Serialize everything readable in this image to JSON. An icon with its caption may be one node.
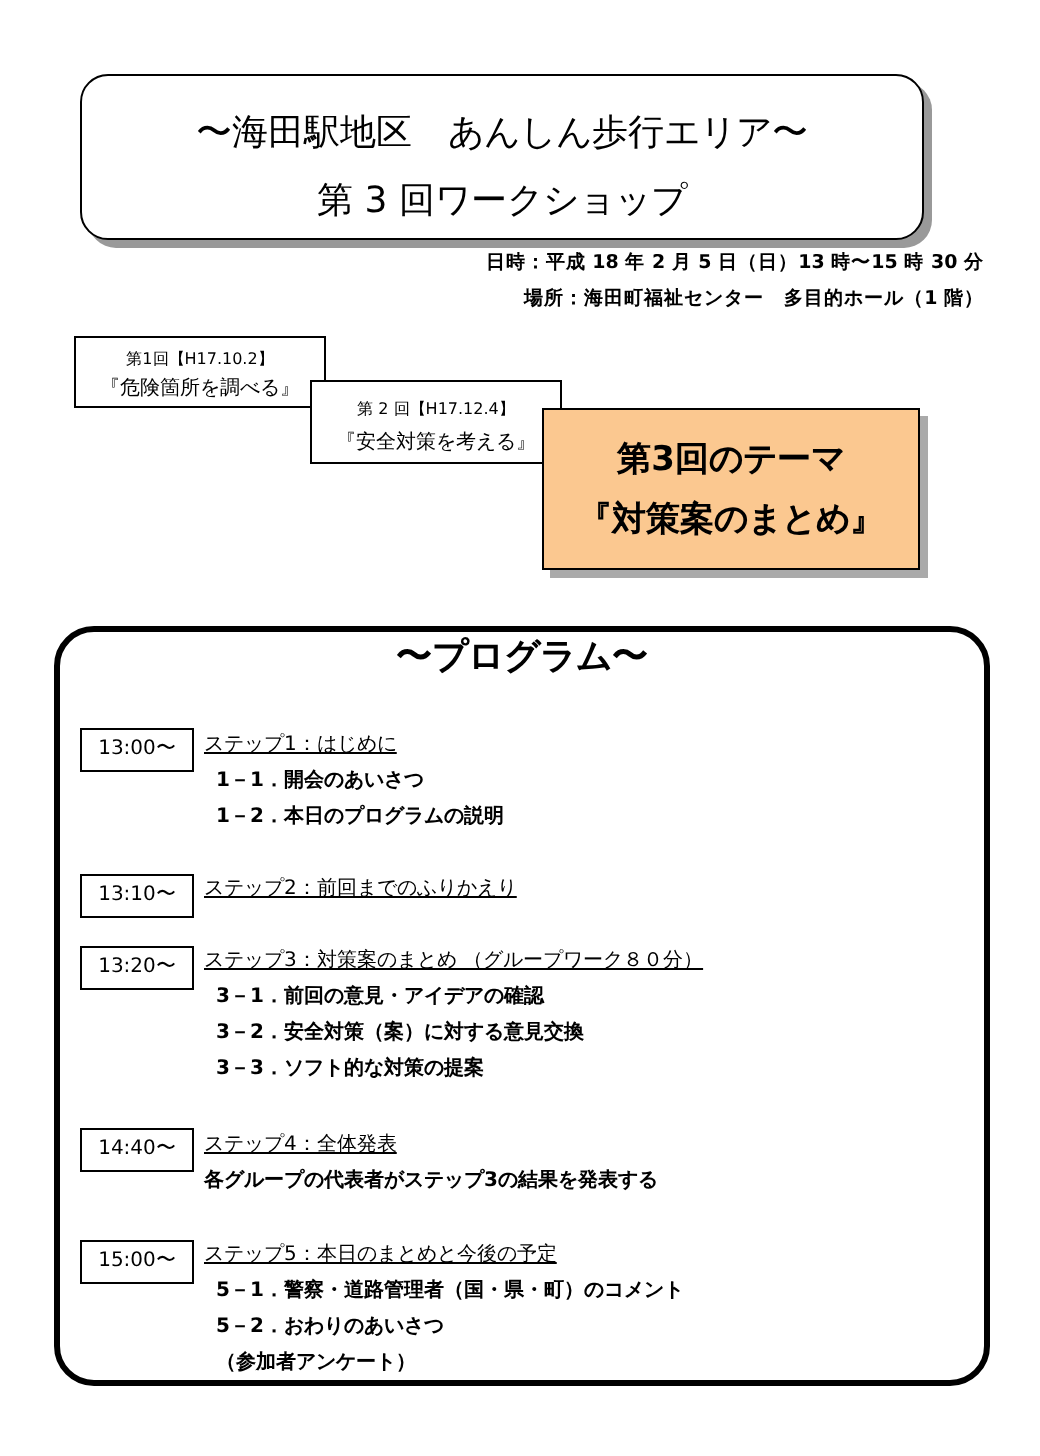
{
  "diagram": {
    "nodes": [
      {
        "text": [
          "〜海田駅地区　あんしん歩行エリア〜",
          "第 3 回ワークショップ"
        ]
      },
      {
        "text": [
          "第1回【H17.10.2】",
          "『危険箇所を調べる』"
        ]
      },
      {
        "text": [
          "第 2 回【H17.12.4】",
          "『安全対策を考える』"
        ]
      },
      {
        "text": [
          "第3回のテーマ",
          "『対策案のまとめ』"
        ]
      },
      {
        "text": [
          "〜プログラム〜"
        ]
      },
      {
        "text": [
          "13:00〜"
        ],
        "in": 4,
        "beside": [
          "ステップ1：はじめに",
          "1－1．開会のあいさつ",
          "1－2．本日のプログラムの説明"
        ]
      },
      {
        "text": [
          "13:10〜"
        ],
        "in": 4,
        "beside": [
          "ステップ2：前回までのふりかえり"
        ]
      },
      {
        "text": [
          "13:20〜"
        ],
        "in": 4,
        "beside": [
          "ステップ3：対策案のまとめ （グループワーク８０分）",
          "3－1．前回の意見・アイデアの確認",
          "3－2．安全対策（案）に対する意見交換",
          "3－3．ソフト的な対策の提案"
        ]
      },
      {
        "text": [
          "14:40〜"
        ],
        "in": 4,
        "beside": [
          "ステップ4：全体発表",
          "各グループの代表者がステップ3の結果を発表する"
        ]
      },
      {
        "text": [
          "15:00〜"
        ],
        "in": 4,
        "beside": [
          "ステップ5：本日のまとめと今後の予定",
          "5－1．警察・道路管理者（国・県・町）のコメント",
          "5－2．おわりのあいさつ",
          "（参加者アンケート）"
        ]
      }
    ],
    "labels": [
      "日時：平成 18 年 2 月 5 日（日）13 時〜15 時 30 分",
      "場所：海田町福祉センター　多目的ホール（1 階）"
    ]
  }
}
